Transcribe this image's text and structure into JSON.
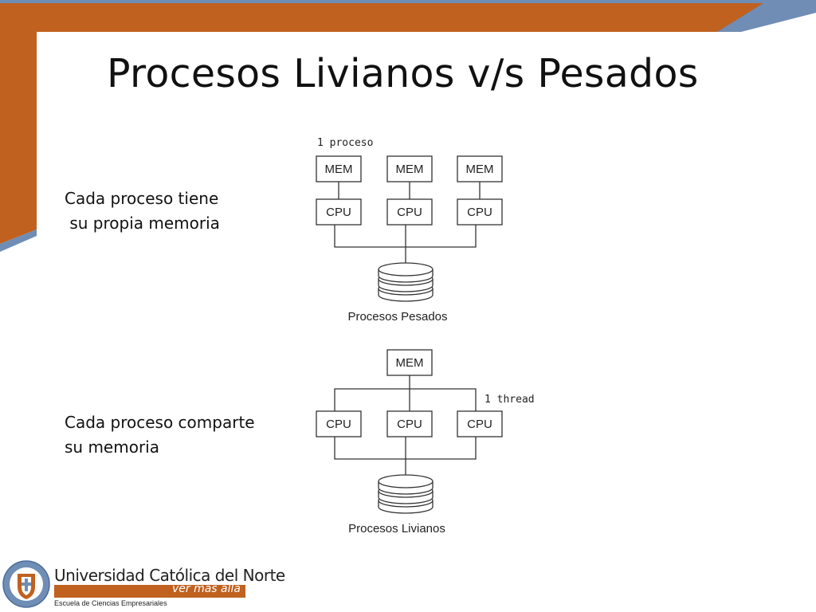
{
  "slide": {
    "title": "Procesos Livianos v/s Pesados",
    "captions": {
      "heavy_line1": "Cada proceso tiene",
      "heavy_line2": " su propia memoria",
      "light_line1": "Cada proceso comparte",
      "light_line2": "su memoria"
    }
  },
  "diagram": {
    "heavy": {
      "annotation": "1 proceso",
      "mem_labels": [
        "MEM",
        "MEM",
        "MEM"
      ],
      "cpu_labels": [
        "CPU",
        "CPU",
        "CPU"
      ],
      "caption": "Procesos Pesados"
    },
    "light": {
      "annotation": "1 thread",
      "mem_label": "MEM",
      "cpu_labels": [
        "CPU",
        "CPU",
        "CPU"
      ],
      "caption": "Procesos Livianos"
    }
  },
  "branding": {
    "university": "Universidad Católica del Norte",
    "tagline": "ver más allá",
    "school": "Escuela de Ciencias Empresariales"
  },
  "colors": {
    "accent_orange": "#c0611f",
    "accent_blue": "#6f8db5"
  }
}
